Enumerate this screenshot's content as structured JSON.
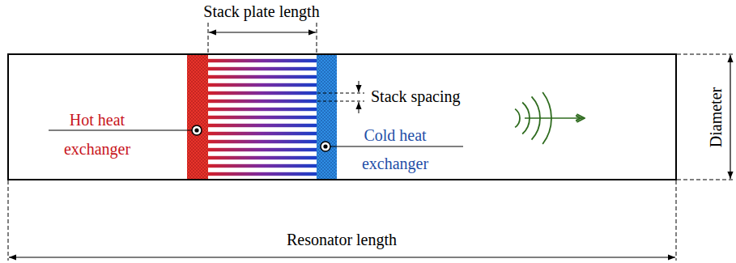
{
  "diagram": {
    "labels": [
      "Stack plate length",
      "Stack spacing",
      "Hot heat exchanger",
      "Cold heat exchanger",
      "Diameter",
      "Resonator length"
    ]
  }
}
